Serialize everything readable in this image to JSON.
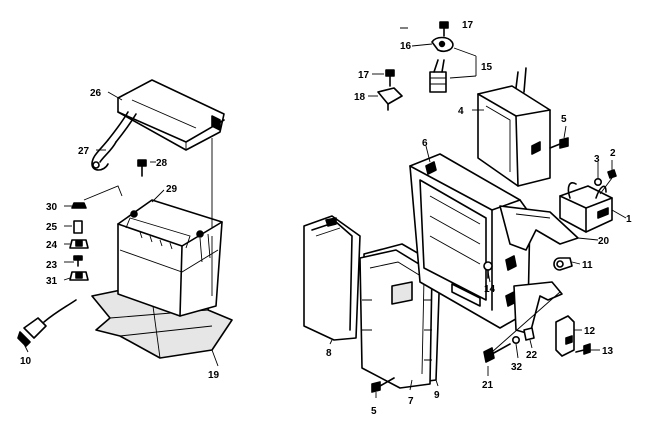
{
  "callouts": [
    {
      "id": "1",
      "text": "1"
    },
    {
      "id": "2",
      "text": "2"
    },
    {
      "id": "3",
      "text": "3"
    },
    {
      "id": "4",
      "text": "4"
    },
    {
      "id": "5a",
      "text": "5"
    },
    {
      "id": "5b",
      "text": "5"
    },
    {
      "id": "6",
      "text": "6"
    },
    {
      "id": "7",
      "text": "7"
    },
    {
      "id": "8",
      "text": "8"
    },
    {
      "id": "9",
      "text": "9"
    },
    {
      "id": "10",
      "text": "10"
    },
    {
      "id": "11",
      "text": "11"
    },
    {
      "id": "12",
      "text": "12"
    },
    {
      "id": "13",
      "text": "13"
    },
    {
      "id": "14",
      "text": "14"
    },
    {
      "id": "15",
      "text": "15"
    },
    {
      "id": "16",
      "text": "16"
    },
    {
      "id": "17a",
      "text": "17"
    },
    {
      "id": "17b",
      "text": "17"
    },
    {
      "id": "18",
      "text": "18"
    },
    {
      "id": "19",
      "text": "19"
    },
    {
      "id": "20",
      "text": "20"
    },
    {
      "id": "21",
      "text": "21"
    },
    {
      "id": "22",
      "text": "22"
    },
    {
      "id": "23",
      "text": "23"
    },
    {
      "id": "24",
      "text": "24"
    },
    {
      "id": "25",
      "text": "25"
    },
    {
      "id": "26",
      "text": "26"
    },
    {
      "id": "27",
      "text": "27"
    },
    {
      "id": "28",
      "text": "28"
    },
    {
      "id": "29",
      "text": "29"
    },
    {
      "id": "30",
      "text": "30"
    },
    {
      "id": "31",
      "text": "31"
    },
    {
      "id": "32",
      "text": "32"
    }
  ]
}
